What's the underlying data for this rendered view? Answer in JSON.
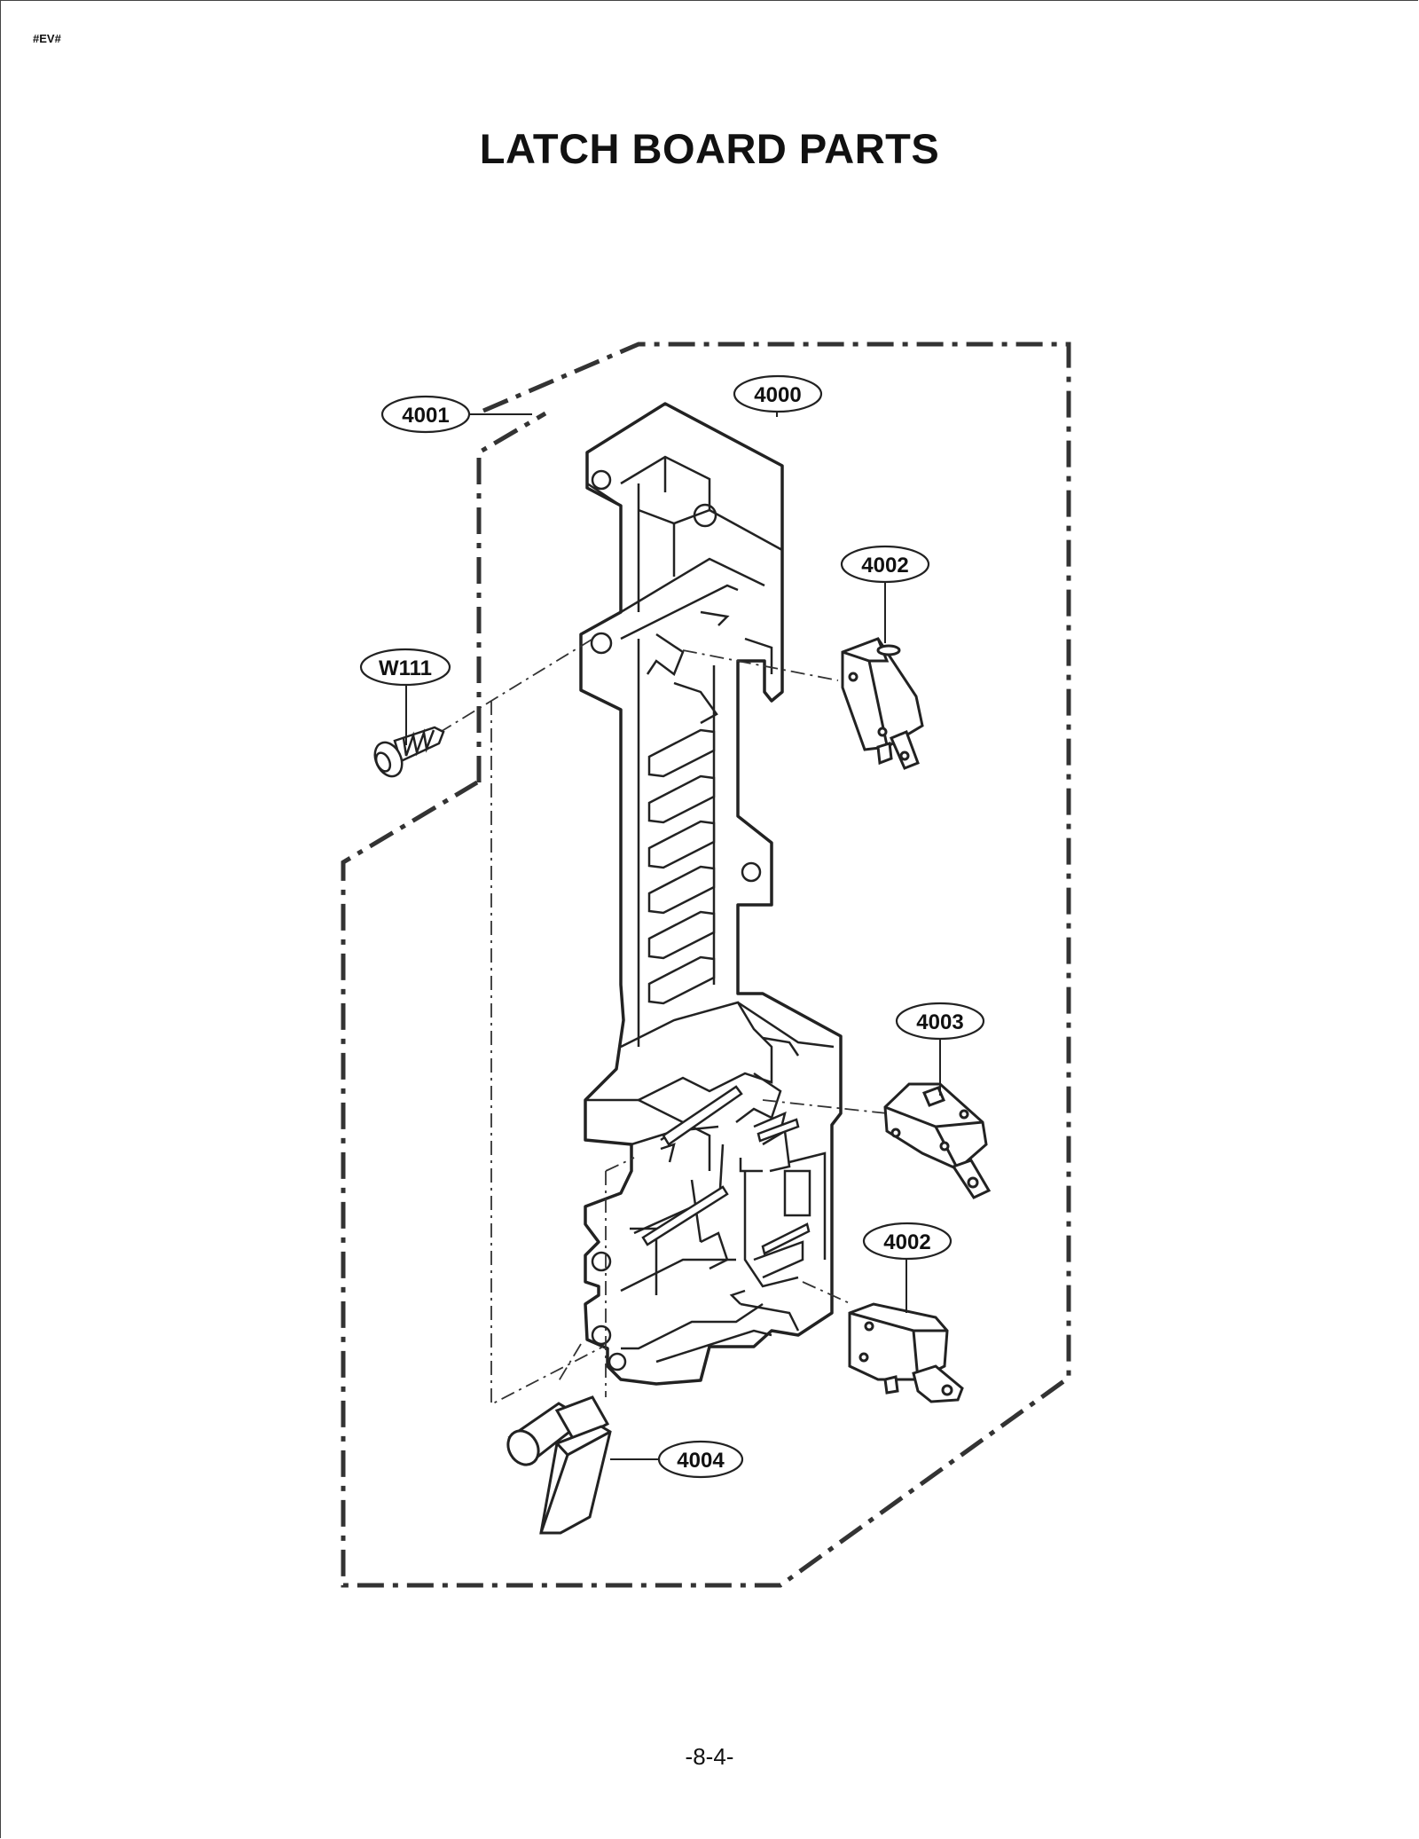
{
  "document": {
    "code": "#EV#",
    "title": "LATCH BOARD PARTS",
    "page_number": "-8-4-"
  },
  "callouts": {
    "c4000": "4000",
    "c4001": "4001",
    "c4002_upper": "4002",
    "c4002_lower": "4002",
    "c4003": "4003",
    "c4004": "4004",
    "cW111": "W111"
  }
}
